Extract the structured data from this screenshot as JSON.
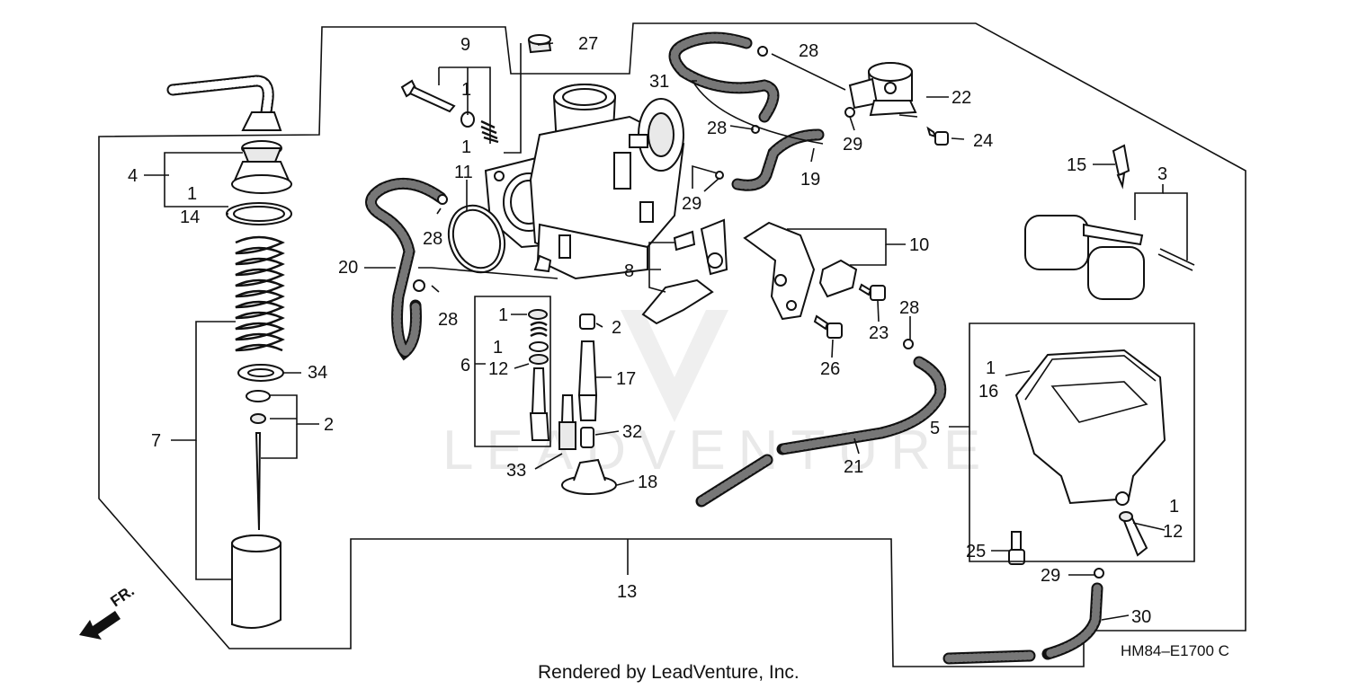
{
  "diagram": {
    "labels": {
      "l1a": "1",
      "l1b": "1",
      "l1c": "1",
      "l1d": "1",
      "l1e": "1",
      "l1f": "1",
      "l1g": "1",
      "l2a": "2",
      "l2b": "2",
      "l3": "3",
      "l4": "4",
      "l5": "5",
      "l6": "6",
      "l7": "7",
      "l8": "8",
      "l9": "9",
      "l10": "10",
      "l11": "11",
      "l12a": "12",
      "l12b": "12",
      "l13": "13",
      "l14": "14",
      "l15": "15",
      "l16": "16",
      "l17": "17",
      "l18": "18",
      "l19": "19",
      "l20": "20",
      "l21": "21",
      "l22": "22",
      "l23": "23",
      "l24": "24",
      "l25": "25",
      "l26": "26",
      "l27": "27",
      "l28a": "28",
      "l28b": "28",
      "l28c": "28",
      "l28d": "28",
      "l28e": "28",
      "l29a": "29",
      "l29b": "29",
      "l29c": "29",
      "l30": "30",
      "l31": "31",
      "l32": "32",
      "l33": "33",
      "l34": "34"
    },
    "front_marker": "FR.",
    "diagram_code": "HM84–E1700 C",
    "footer": "Rendered by LeadVenture, Inc.",
    "watermark": "LEADVENTURE"
  }
}
